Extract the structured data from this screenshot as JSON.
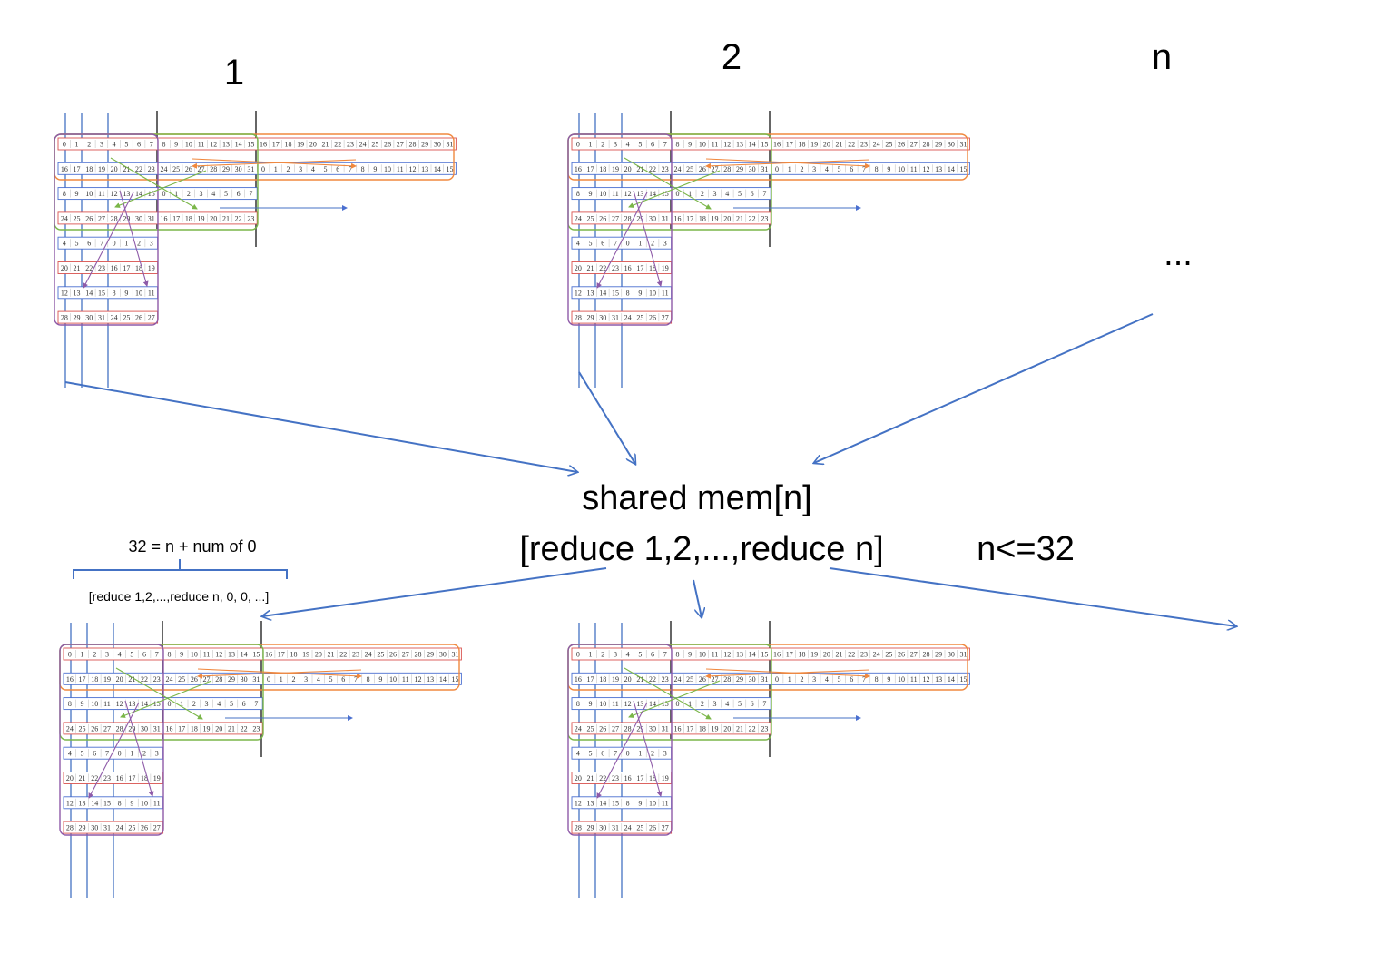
{
  "labels": {
    "block1": "1",
    "block2": "2",
    "blockN": "n",
    "ellipsis": "...",
    "shared_line1": "shared mem[n]",
    "shared_line2": "[reduce 1,2,...,reduce n]",
    "constraint": "n<=32",
    "brace_label": "32 = n + num of 0",
    "padded_array": "[reduce 1,2,...,reduce n, 0, 0, ...]"
  },
  "warp_rows": [
    {
      "style": "red",
      "left": [
        "0",
        "1",
        "2",
        "3",
        "4",
        "5",
        "6",
        "7"
      ],
      "mid": [
        "8",
        "9",
        "10",
        "11",
        "12",
        "13",
        "14",
        "15"
      ],
      "right": [
        "16",
        "17",
        "18",
        "19",
        "20",
        "21",
        "22",
        "23",
        "24",
        "25",
        "26",
        "27",
        "28",
        "29",
        "30",
        "31"
      ]
    },
    {
      "style": "blue",
      "left": [
        "16",
        "17",
        "18",
        "19",
        "20",
        "21",
        "22",
        "23"
      ],
      "mid": [
        "24",
        "25",
        "26",
        "27",
        "28",
        "29",
        "30",
        "31"
      ],
      "right": [
        "0",
        "1",
        "2",
        "3",
        "4",
        "5",
        "6",
        "7",
        "8",
        "9",
        "10",
        "11",
        "12",
        "13",
        "14",
        "15"
      ]
    },
    {
      "style": "blue",
      "left": [
        "8",
        "9",
        "10",
        "11",
        "12",
        "13",
        "14",
        "15"
      ],
      "mid": [
        "0",
        "1",
        "2",
        "3",
        "4",
        "5",
        "6",
        "7"
      ],
      "right": []
    },
    {
      "style": "red",
      "left": [
        "24",
        "25",
        "26",
        "27",
        "28",
        "29",
        "30",
        "31"
      ],
      "mid": [
        "16",
        "17",
        "18",
        "19",
        "20",
        "21",
        "22",
        "23"
      ],
      "right": []
    },
    {
      "style": "blue",
      "left": [
        "4",
        "5",
        "6",
        "7",
        "0",
        "1",
        "2",
        "3"
      ],
      "mid": [],
      "right": []
    },
    {
      "style": "red",
      "left": [
        "20",
        "21",
        "22",
        "23",
        "16",
        "17",
        "18",
        "19"
      ],
      "mid": [],
      "right": []
    },
    {
      "style": "blue",
      "left": [
        "12",
        "13",
        "14",
        "15",
        "8",
        "9",
        "10",
        "11"
      ],
      "mid": [],
      "right": []
    },
    {
      "style": "red",
      "left": [
        "28",
        "29",
        "30",
        "31",
        "24",
        "25",
        "26",
        "27"
      ],
      "mid": [],
      "right": []
    }
  ],
  "colors": {
    "row_red": "#d9534f",
    "row_blue": "#4a6fd0",
    "orange_group": "#f0883e",
    "green_group": "#7ab648",
    "purple_group": "#8e5aa8",
    "flow_arrow": "#4472c4",
    "divider": "#555555"
  }
}
